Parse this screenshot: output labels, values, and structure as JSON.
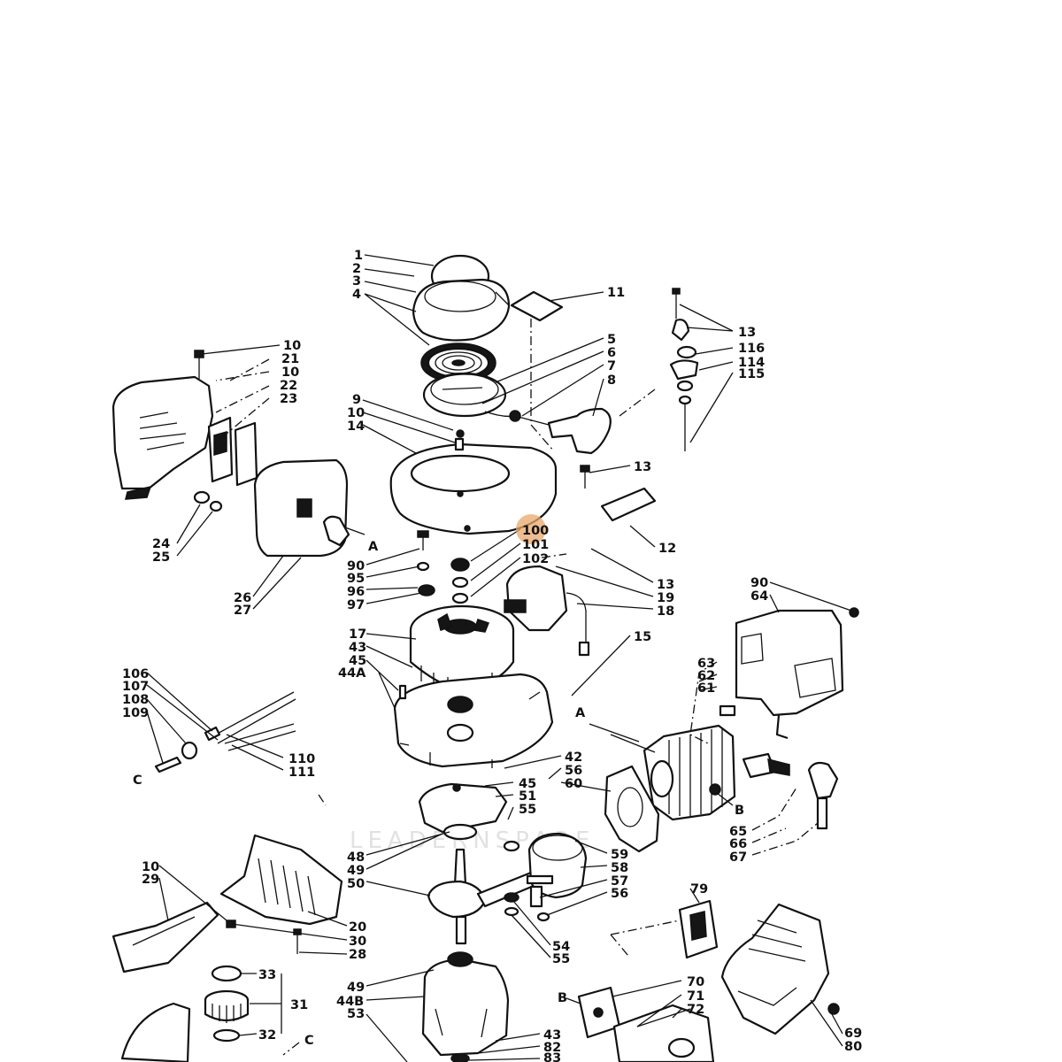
{
  "watermark": "LEADERNSPARE",
  "highlight_color": "#e8a86b",
  "labels": {
    "l1": "1",
    "l2": "2",
    "l3": "3",
    "l4": "4",
    "l11": "11",
    "l5": "5",
    "l6": "6",
    "l7": "7",
    "l8": "8",
    "l13a": "13",
    "l116": "116",
    "l114": "114",
    "l115": "115",
    "l10a": "10",
    "l21": "21",
    "l10b": "10",
    "l22": "22",
    "l23": "23",
    "l9": "9",
    "l10c": "10",
    "l14": "14",
    "l13b": "13",
    "l24": "24",
    "l25": "25",
    "l26": "26",
    "l27": "27",
    "lA1": "A",
    "l100": "100",
    "l101": "101",
    "l102": "102",
    "l12": "12",
    "l90a": "90",
    "l95": "95",
    "l96": "96",
    "l97": "97",
    "l13c": "13",
    "l19": "19",
    "l18": "18",
    "l90b": "90",
    "l64": "64",
    "l17": "17",
    "l43a": "43",
    "l45a": "45",
    "l44A": "44A",
    "l15": "15",
    "l63": "63",
    "l62": "62",
    "l61": "61",
    "lA2": "A",
    "l106": "106",
    "l107": "107",
    "l108": "108",
    "l109": "109",
    "l110": "110",
    "l111": "111",
    "lC1": "C",
    "l42": "42",
    "l56a": "56",
    "l60": "60",
    "l45b": "45",
    "l51": "51",
    "l55a": "55",
    "lB1": "B",
    "l65": "65",
    "l66": "66",
    "l67": "67",
    "l48": "48",
    "l49a": "49",
    "l50": "50",
    "l59": "59",
    "l58": "58",
    "l57": "57",
    "l56b": "56",
    "l10d": "10",
    "l29": "29",
    "l20": "20",
    "l30": "30",
    "l28": "28",
    "l79": "79",
    "l54": "54",
    "l55b": "55",
    "l33": "33",
    "l31": "31",
    "l32": "32",
    "lC2": "C",
    "l49b": "49",
    "l44B": "44B",
    "l53": "53",
    "lB2": "B",
    "l70": "70",
    "l71": "71",
    "l72": "72",
    "l43b": "43",
    "l82": "82",
    "l83": "83",
    "l69": "69",
    "l80": "80"
  }
}
